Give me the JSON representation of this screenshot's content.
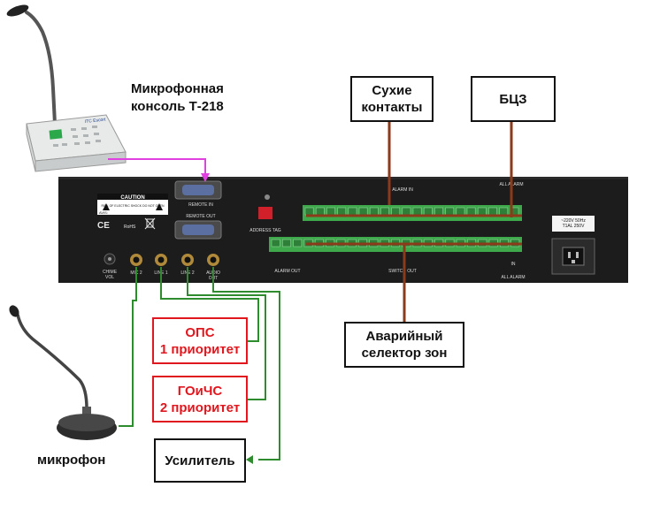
{
  "devices": {
    "console_label": "Микрофонная\nконсоль Т-218",
    "console_logo": "ITC Escort",
    "microphone_label": "микрофон"
  },
  "boxes": {
    "dry_contacts": "Сухие\nконтакты",
    "bcz": "БЦЗ",
    "emergency_selector": "Аварийный\nселектор зон",
    "ops": "ОПС\n1 приоритет",
    "goichs": "ГОиЧС\n2 приоритет",
    "amplifier": "Усилитель"
  },
  "panel": {
    "remote_in": "REMOTE IN",
    "remote_out": "REMOTE OUT",
    "address_tag": "ADDRESS TAG",
    "alarm_in": "ALARM IN",
    "all_alarm_top": "ALL ALARM",
    "all_alarm_bottom": "ALL ALARM",
    "alarm_out": "ALARM OUT",
    "switch_out": "SWITCH OUT",
    "in_tag": "IN",
    "caution_title": "CAUTION",
    "caution_text": "RISK OF ELECTRIC SHOCK DO NOT OPEN",
    "avis": "AVIS:",
    "power_label": "~220V 50Hz\nT1AL 250V",
    "chime_vol": "CHIME\nVOL",
    "mic2": "MIC 2",
    "line1": "LINE 1",
    "line2": "LINE 2",
    "audio_out": "AUDIO\nOUT",
    "ce": "CE",
    "rohs": "RoHS"
  },
  "colors": {
    "panel": "#1c1c1c",
    "terminal": "#3ea94a",
    "wire_brown": "#8b3a1a",
    "wire_green": "#2e8b2e",
    "wire_magenta": "#e040e0",
    "red_box": "#e0171e"
  }
}
